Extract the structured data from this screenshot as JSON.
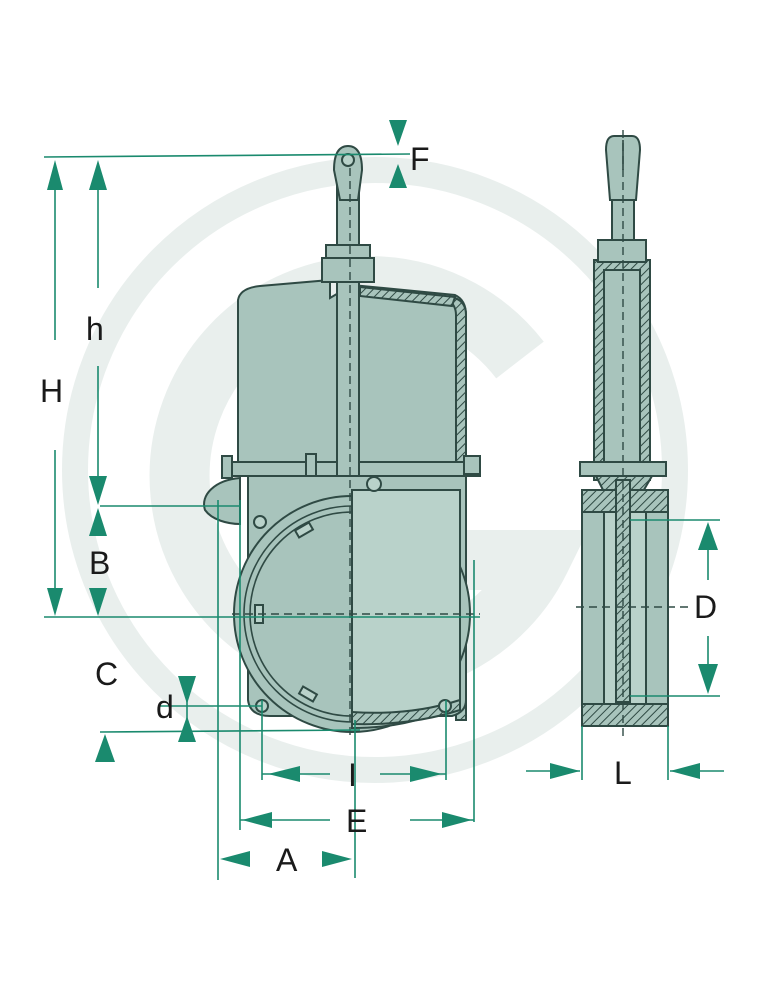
{
  "labels": {
    "F": "F",
    "h": "h",
    "H": "H",
    "B": "B",
    "C": "C",
    "d": "d",
    "I": "I",
    "E": "E",
    "A": "A",
    "D": "D",
    "L": "L"
  },
  "colors": {
    "dimension": "#1a8a6e",
    "body_fill": "#a8c4bc",
    "outline": "#2f4a44",
    "watermark": "#e9efed"
  }
}
